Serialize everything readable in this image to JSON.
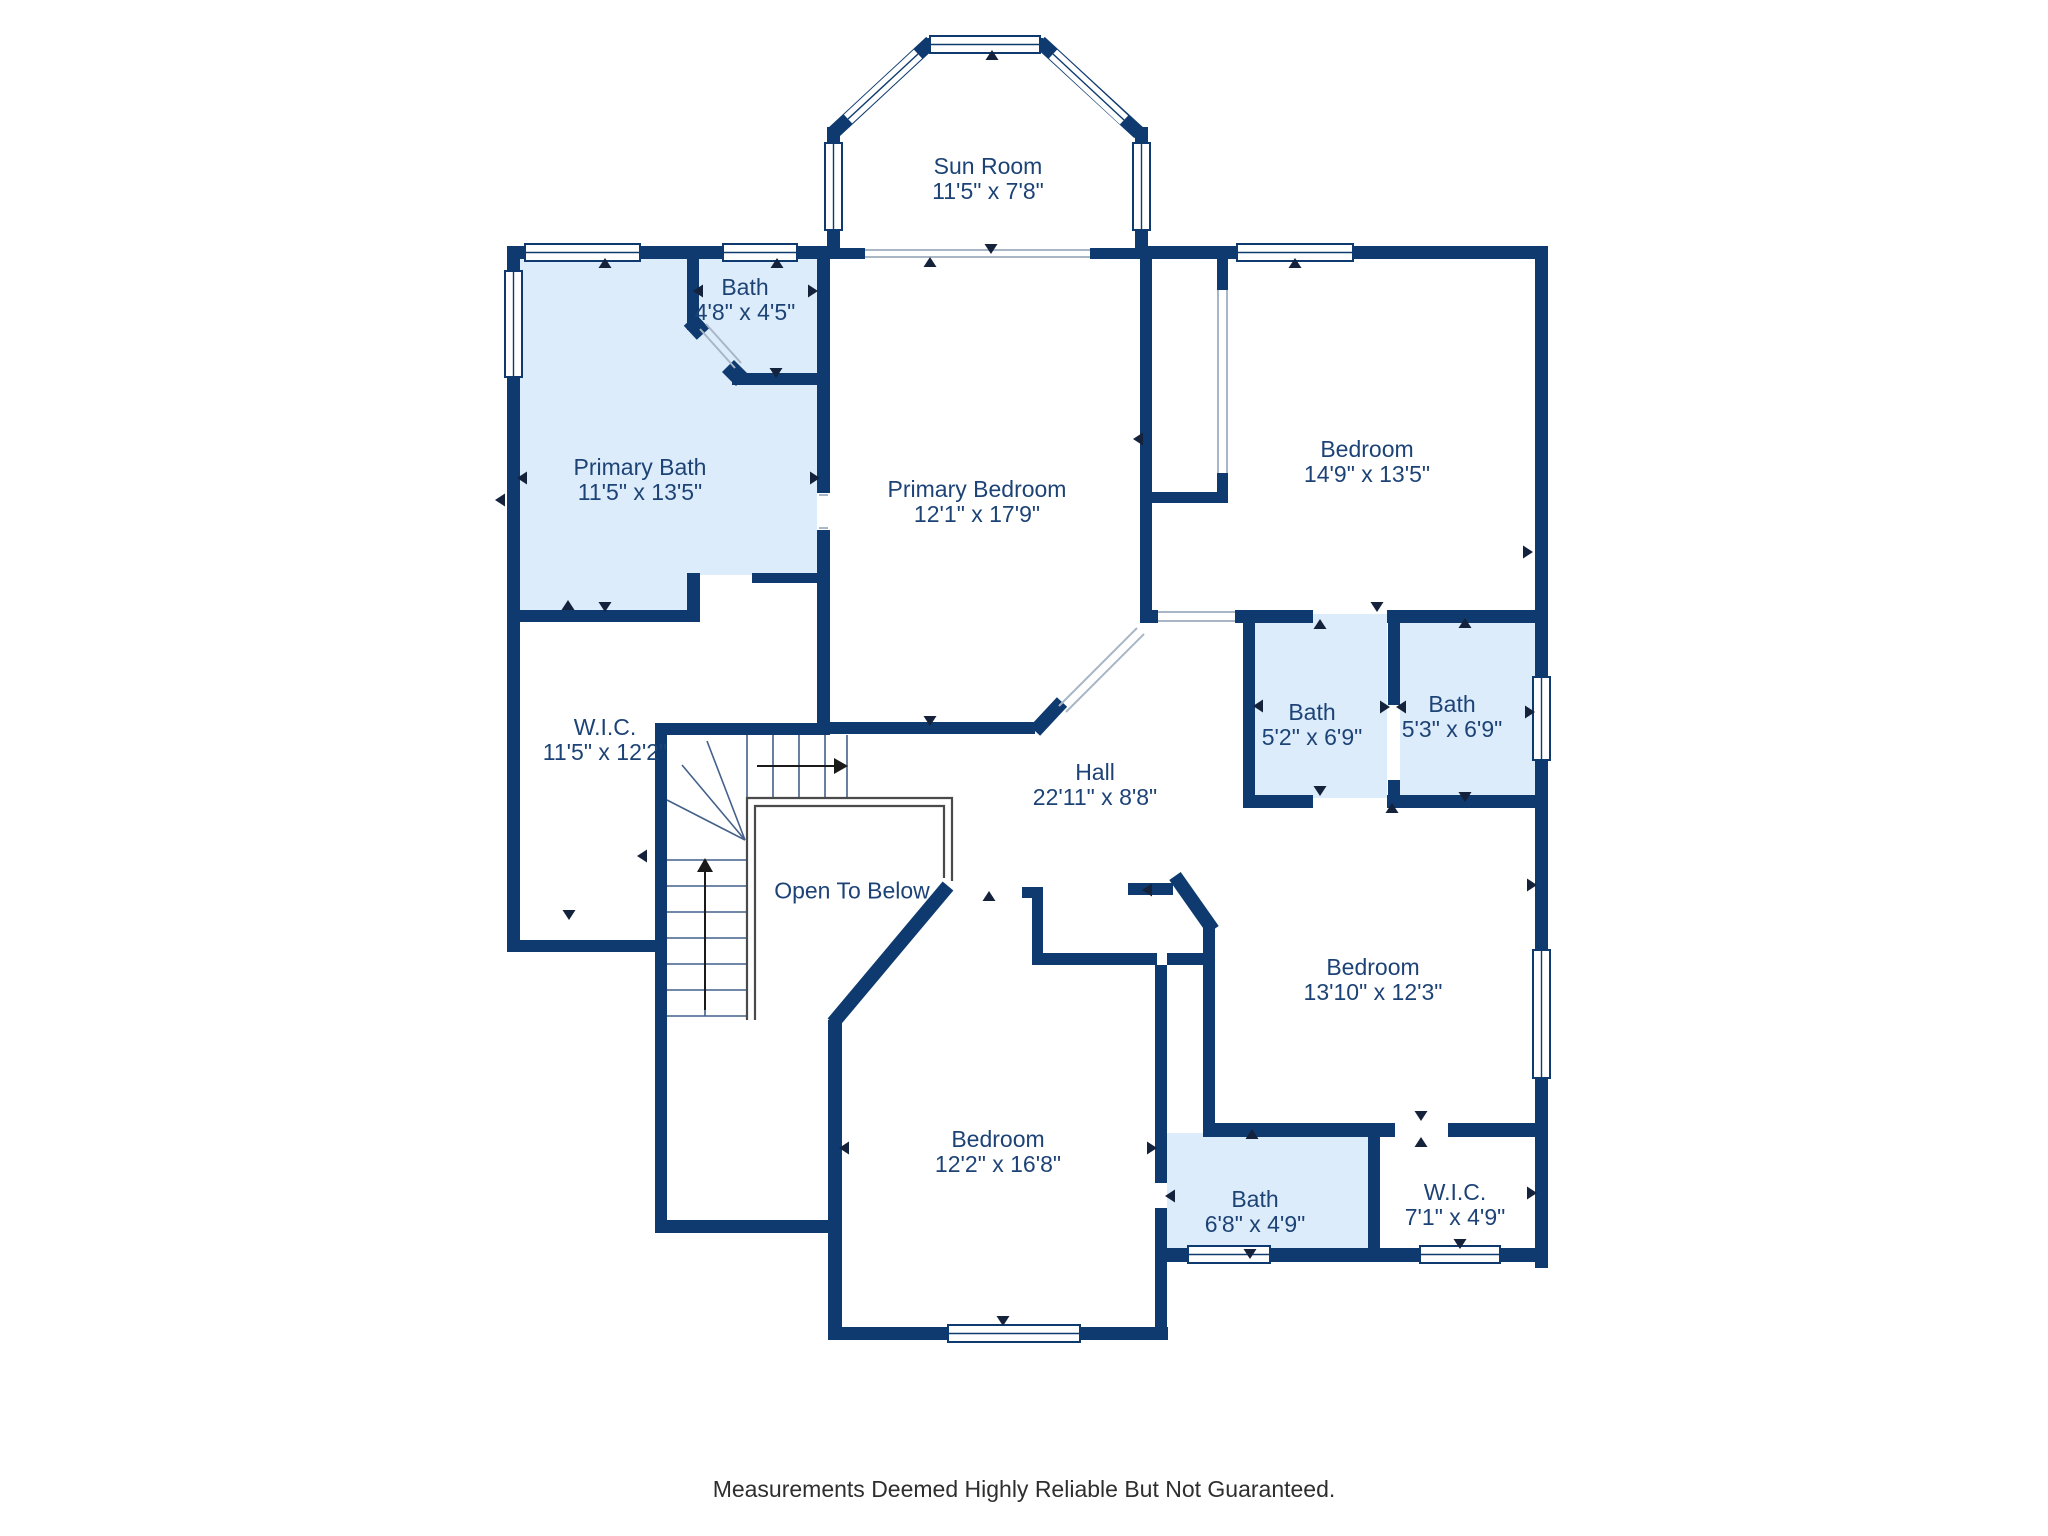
{
  "footer": {
    "disclaimer": "Measurements Deemed Highly Reliable But Not Guaranteed."
  },
  "colors": {
    "wall": "#0e3a6f",
    "room_fill": "#dcecfa",
    "label_text": "#1d4376",
    "stair_line": "#44618c",
    "opening_line": "#a9b6c6",
    "open_below_outline": "#4a4a4a",
    "footer_text": "#2e2e2e"
  },
  "rooms": [
    {
      "id": "sun-room",
      "name": "Sun Room",
      "dims": "11'5\" x 7'8\""
    },
    {
      "id": "bath-small",
      "name": "Bath",
      "dims": "4'8\" x 4'5\""
    },
    {
      "id": "primary-bath",
      "name": "Primary Bath",
      "dims": "11'5\" x 13'5\""
    },
    {
      "id": "primary-bedroom",
      "name": "Primary Bedroom",
      "dims": "12'1\" x 17'9\""
    },
    {
      "id": "bedroom-ne",
      "name": "Bedroom",
      "dims": "14'9\" x 13'5\""
    },
    {
      "id": "wic-left",
      "name": "W.I.C.",
      "dims": "11'5\" x 12'2\""
    },
    {
      "id": "hall",
      "name": "Hall",
      "dims": "22'11\" x 8'8\""
    },
    {
      "id": "bath-52",
      "name": "Bath",
      "dims": "5'2\" x 6'9\""
    },
    {
      "id": "bath-53",
      "name": "Bath",
      "dims": "5'3\" x 6'9\""
    },
    {
      "id": "open-to-below",
      "name": "Open To Below",
      "dims": ""
    },
    {
      "id": "bedroom-se",
      "name": "Bedroom",
      "dims": "13'10\" x 12'3\""
    },
    {
      "id": "bedroom-s",
      "name": "Bedroom",
      "dims": "12'2\" x 16'8\""
    },
    {
      "id": "bath-s",
      "name": "Bath",
      "dims": "6'8\" x 4'9\""
    },
    {
      "id": "wic-s",
      "name": "W.I.C.",
      "dims": "7'1\" x 4'9\""
    }
  ]
}
